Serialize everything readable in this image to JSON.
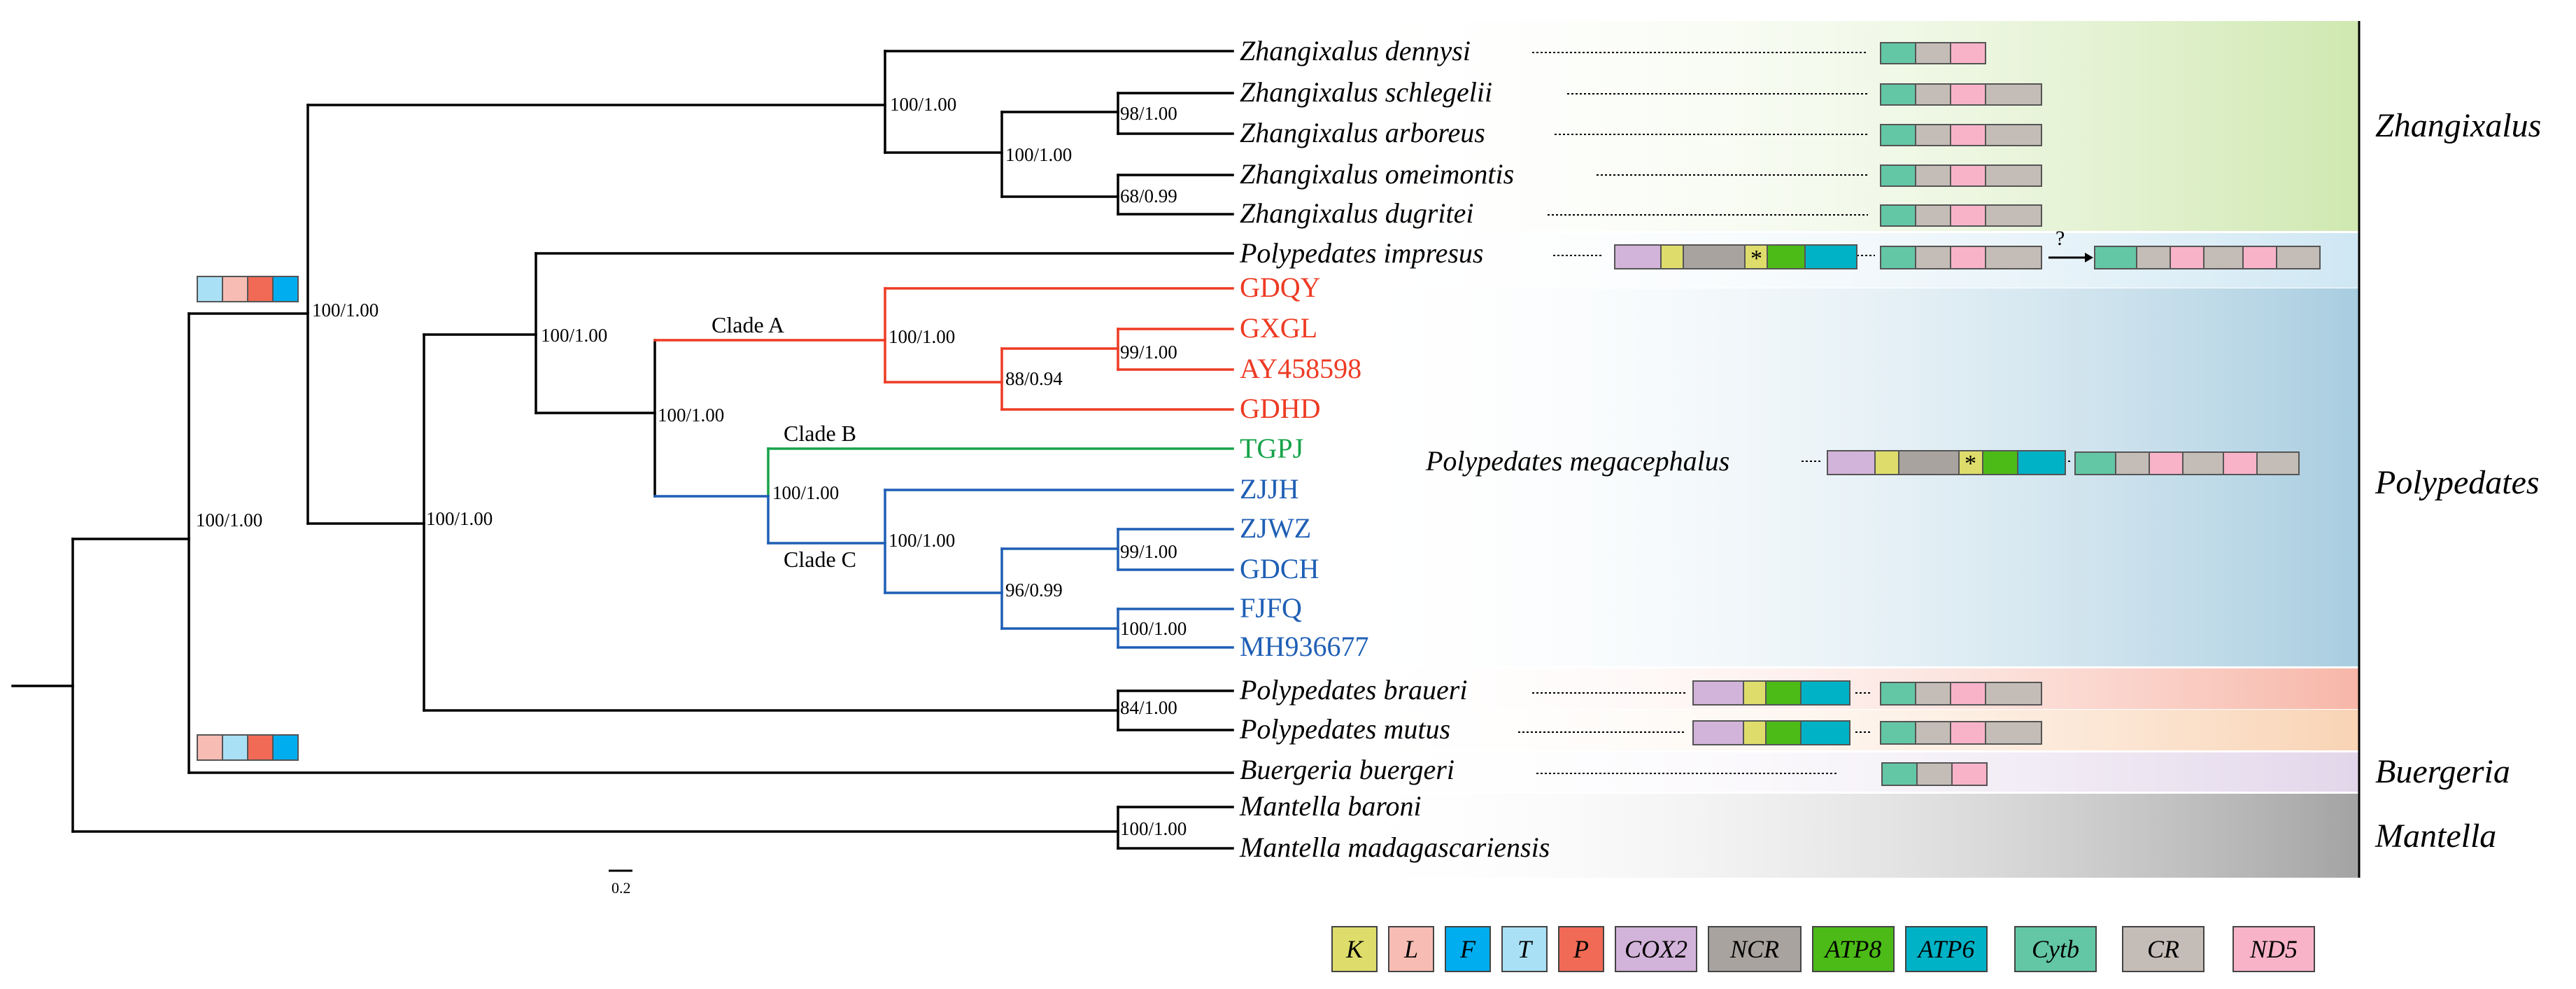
{
  "colors": {
    "clade_a": "#ee3b24",
    "clade_b": "#16a34a",
    "clade_c": "#1f5fb5",
    "black": "#000000",
    "K": "#dedd6c",
    "L": "#f7bcb3",
    "F": "#00aeef",
    "T": "#a9e0f6",
    "P": "#f06a55",
    "COX2": "#d2b3d9",
    "NCR": "#a8a39f",
    "ATP8": "#4cbb17",
    "ATP6": "#00b2c6",
    "Cytb": "#63c7a6",
    "CR": "#c4bcb6",
    "ND5": "#f8b3c9"
  },
  "taxa": {
    "z_dennysi": "Zhangixalus dennysi",
    "z_schlegelii": "Zhangixalus schlegelii",
    "z_arboreus": "Zhangixalus arboreus",
    "z_omeimontis": "Zhangixalus omeimontis",
    "z_dugritei": "Zhangixalus dugritei",
    "p_impresus": "Polypedates impresus",
    "gdqy": "GDQY",
    "gxgl": "GXGL",
    "ay458598": "AY458598",
    "gdhd": "GDHD",
    "tgpj": "TGPJ",
    "zjjh": "ZJJH",
    "zjwz": "ZJWZ",
    "gdch": "GDCH",
    "fjfq": "FJFQ",
    "mh936677": "MH936677",
    "p_braueri": "Polypedates braueri",
    "p_mutus": "Polypedates mutus",
    "b_buergeri": "Buergeria buergeri",
    "m_baroni": "Mantella baroni",
    "m_madagascariensis": "Mantella madagascariensis"
  },
  "support": {
    "root_ingroup": "100/1.00",
    "rhacophorinae": "100/1.00",
    "zhangixalus": "100/1.00",
    "z_inner": "100/1.00",
    "z_schlegelii_arboreus": "98/1.00",
    "z_omeimontis_dugritei": "68/0.99",
    "polypedates": "100/1.00",
    "impresus_megacephalus": "100/1.00",
    "megacephalus": "100/1.00",
    "clade_a": "100/1.00",
    "clade_a_inner": "88/0.94",
    "gxgl_ay": "99/1.00",
    "clade_bc": "100/1.00",
    "clade_c": "100/1.00",
    "clade_c_inner": "96/0.99",
    "zjwz_gdch": "99/1.00",
    "fjfq_mh": "100/1.00",
    "braueri_mutus": "84/1.00",
    "mantella": "100/1.00"
  },
  "clades": {
    "a": "Clade A",
    "b": "Clade B",
    "c": "Clade C"
  },
  "groups": {
    "zhangixalus": "Zhangixalus",
    "polypedates": "Polypedates",
    "buergeria": "Buergeria",
    "mantella": "Mantella",
    "megacephalus_label": "Polypedates megacephalus"
  },
  "question_mark": "?",
  "asterisk": "*",
  "scale_bar": "0.2",
  "legend": [
    "K",
    "L",
    "F",
    "T",
    "P",
    "COX2",
    "NCR",
    "ATP8",
    "ATP6",
    "Cytb",
    "CR",
    "ND5"
  ]
}
